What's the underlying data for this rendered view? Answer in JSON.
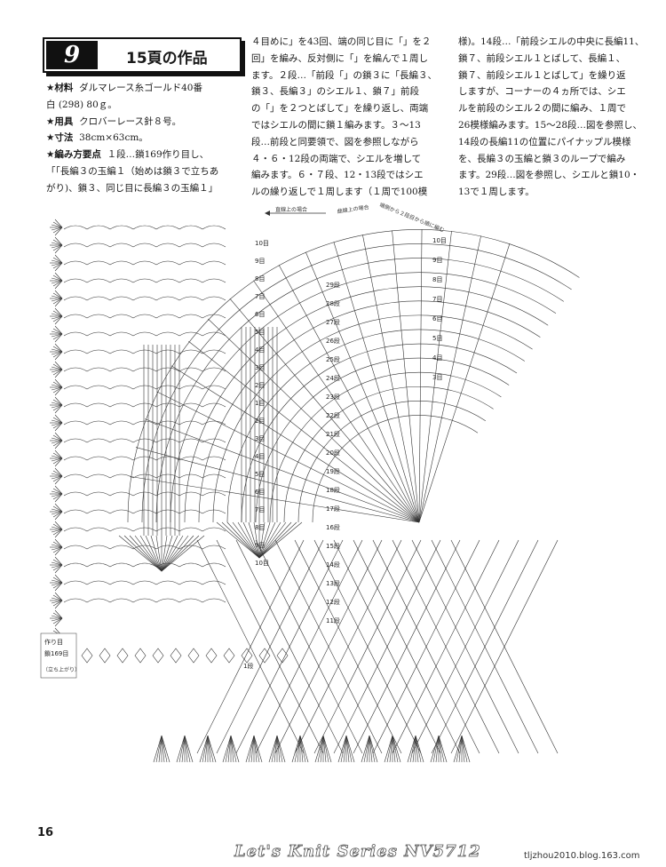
{
  "header": {
    "number": "9",
    "title": "15頁の作品"
  },
  "left_column": [
    {
      "heading": "★材料",
      "text": "ダルマレース糸ゴールド40番"
    },
    {
      "text": "白 (298) 80ｇ。"
    },
    {
      "heading": "★用具",
      "text": "クロバーレース針８号。"
    },
    {
      "heading": "★寸法",
      "text": "38cm×63cm。"
    },
    {
      "heading": "★編み方要点",
      "text": "１段…鎖169作り目し、"
    },
    {
      "text": "「「長編３の玉編１（始めは鎖３で立ちあ"
    },
    {
      "text": "がり)、鎖３、同じ目に長編３の玉編１」"
    }
  ],
  "middle_column": [
    "４目めに」を43回、端の同じ目に「」を２",
    "回」を編み、反対側に「」を編んで１周し",
    "ます。２段…「前段「」の鎖３に「長編３、",
    "鎖３、長編３」のシエル１、鎖７」前段",
    "の「」を２つとばして」を繰り返し、両端",
    "ではシエルの間に鎖１編みます。３～13",
    "段…前段と同要領で、図を参照しながら",
    "４・６・12段の両端で、シエルを増して",
    "編みます。６・７段、12・13段ではシエ",
    "ルの繰り返しで１周します（１周で100模"
  ],
  "right_column": [
    "様)。14段…「前段シエルの中央に長編11、",
    "鎖７、前段シエル１とばして、長編１、",
    "鎖７、前段シエル１とばして」を繰り返",
    "しますが、コーナーの４ヵ所では、シエ",
    "ルを前段のシエル２の間に編み、１周で",
    "26模様編みます。15～28段…図を参照し、",
    "14段の長編11の位置にパイナップル模様",
    "を、長編３の玉編と鎖３のループで編み",
    "ます。29段…図を参照し、シエルと鎖10・",
    "13で１周します。"
  ],
  "diagram": {
    "direction_labels": [
      "直線上の場合",
      "曲線上の場合",
      "端側から２段目から順に編む"
    ],
    "row_labels_left": [
      "10目",
      "9目",
      "8目",
      "7目",
      "6目",
      "5目",
      "4目",
      "3目",
      "2目",
      "1目",
      "2目",
      "3目",
      "4目",
      "5目",
      "6目",
      "7目",
      "8目",
      "9目",
      "10目"
    ],
    "row_labels_mid": [
      "29段",
      "28段",
      "27段",
      "26段",
      "25段",
      "24段",
      "23段",
      "22段",
      "21段",
      "20段",
      "19段",
      "18段",
      "17段",
      "16段",
      "15段",
      "14段",
      "13段",
      "12段",
      "11段"
    ],
    "row_labels_right": [
      "10目",
      "9目",
      "8目",
      "7目",
      "6目",
      "5目",
      "4目",
      "3目"
    ],
    "start_labels": [
      "作り目",
      "鎖169目",
      "（立ち上がり）"
    ],
    "first_row_label": "1段"
  },
  "footer": {
    "page_number": "16",
    "series": "Let's Knit Series NV5712",
    "url": "tljzhou2010.blog.163.com"
  }
}
